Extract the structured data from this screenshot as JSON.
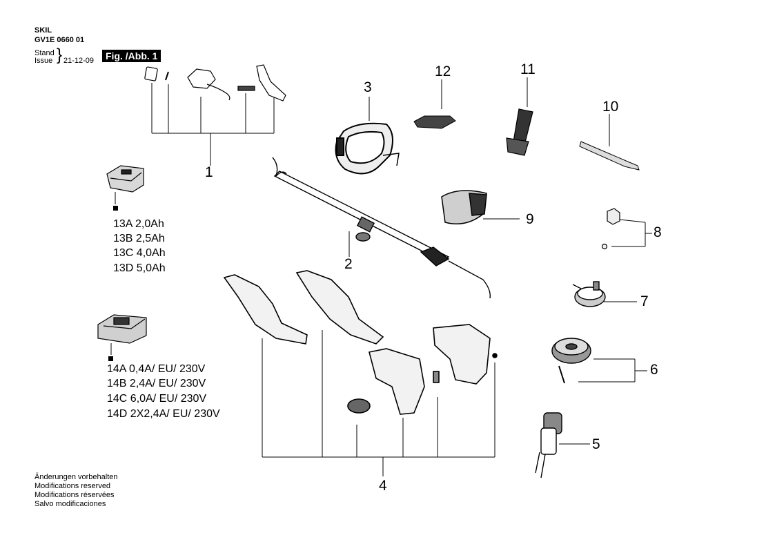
{
  "header": {
    "brand": "SKIL",
    "doc_number": "GV1E 0660 01",
    "stand_label": "Stand",
    "issue_label": "Issue",
    "date": "21-12-09",
    "figure_label": "Fig. /Abb. 1"
  },
  "callouts": [
    "1",
    "2",
    "3",
    "4",
    "5",
    "6",
    "7",
    "8",
    "9",
    "10",
    "11",
    "12"
  ],
  "battery_options": [
    "13A  2,0Ah",
    "13B  2,5Ah",
    "13C  4,0Ah",
    "13D  5,0Ah"
  ],
  "charger_options": [
    "14A  0,4A/ EU/ 230V",
    "14B  2,4A/ EU/ 230V",
    "14C  6,0A/ EU/ 230V",
    "14D  2X2,4A/ EU/ 230V"
  ],
  "footer_notes": [
    "Änderungen vorbehalten",
    "Modifications reserved",
    "Modifications réservées",
    "Salvo modificaciones"
  ],
  "icons": [
    "battery-pack-icon",
    "charger-icon",
    "trimmer-shaft-icon",
    "motor-housing-icon",
    "guard-icon",
    "spool-icon"
  ]
}
